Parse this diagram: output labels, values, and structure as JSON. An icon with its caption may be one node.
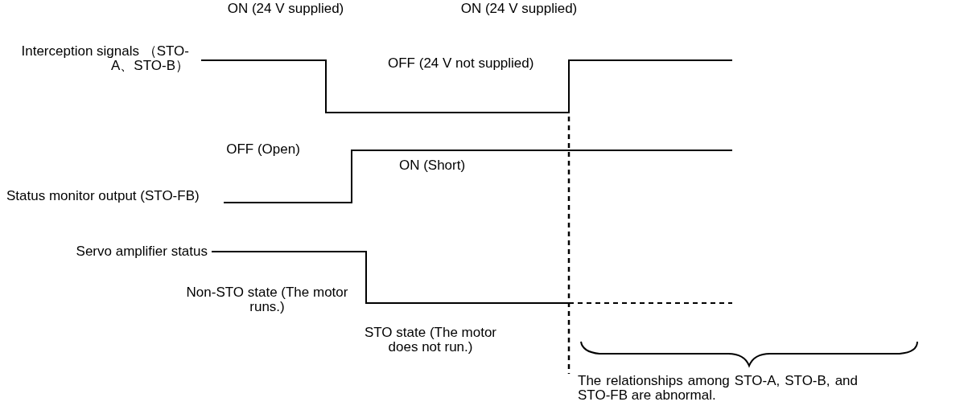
{
  "diagram": {
    "labels": [
      "ON (24 V supplied)",
      "ON (24 V supplied)",
      "Interception signals （STO-A、STO-B）",
      "OFF (24 V not supplied)",
      "OFF (Open)",
      "ON (Short)",
      "Status monitor output (STO-FB)",
      "Servo amplifier status",
      "Non-STO state (The motor runs.)",
      "STO state (The motor does not run.)",
      "The relationships among STO-A, STO-B, and STO-FB are abnormal."
    ]
  }
}
